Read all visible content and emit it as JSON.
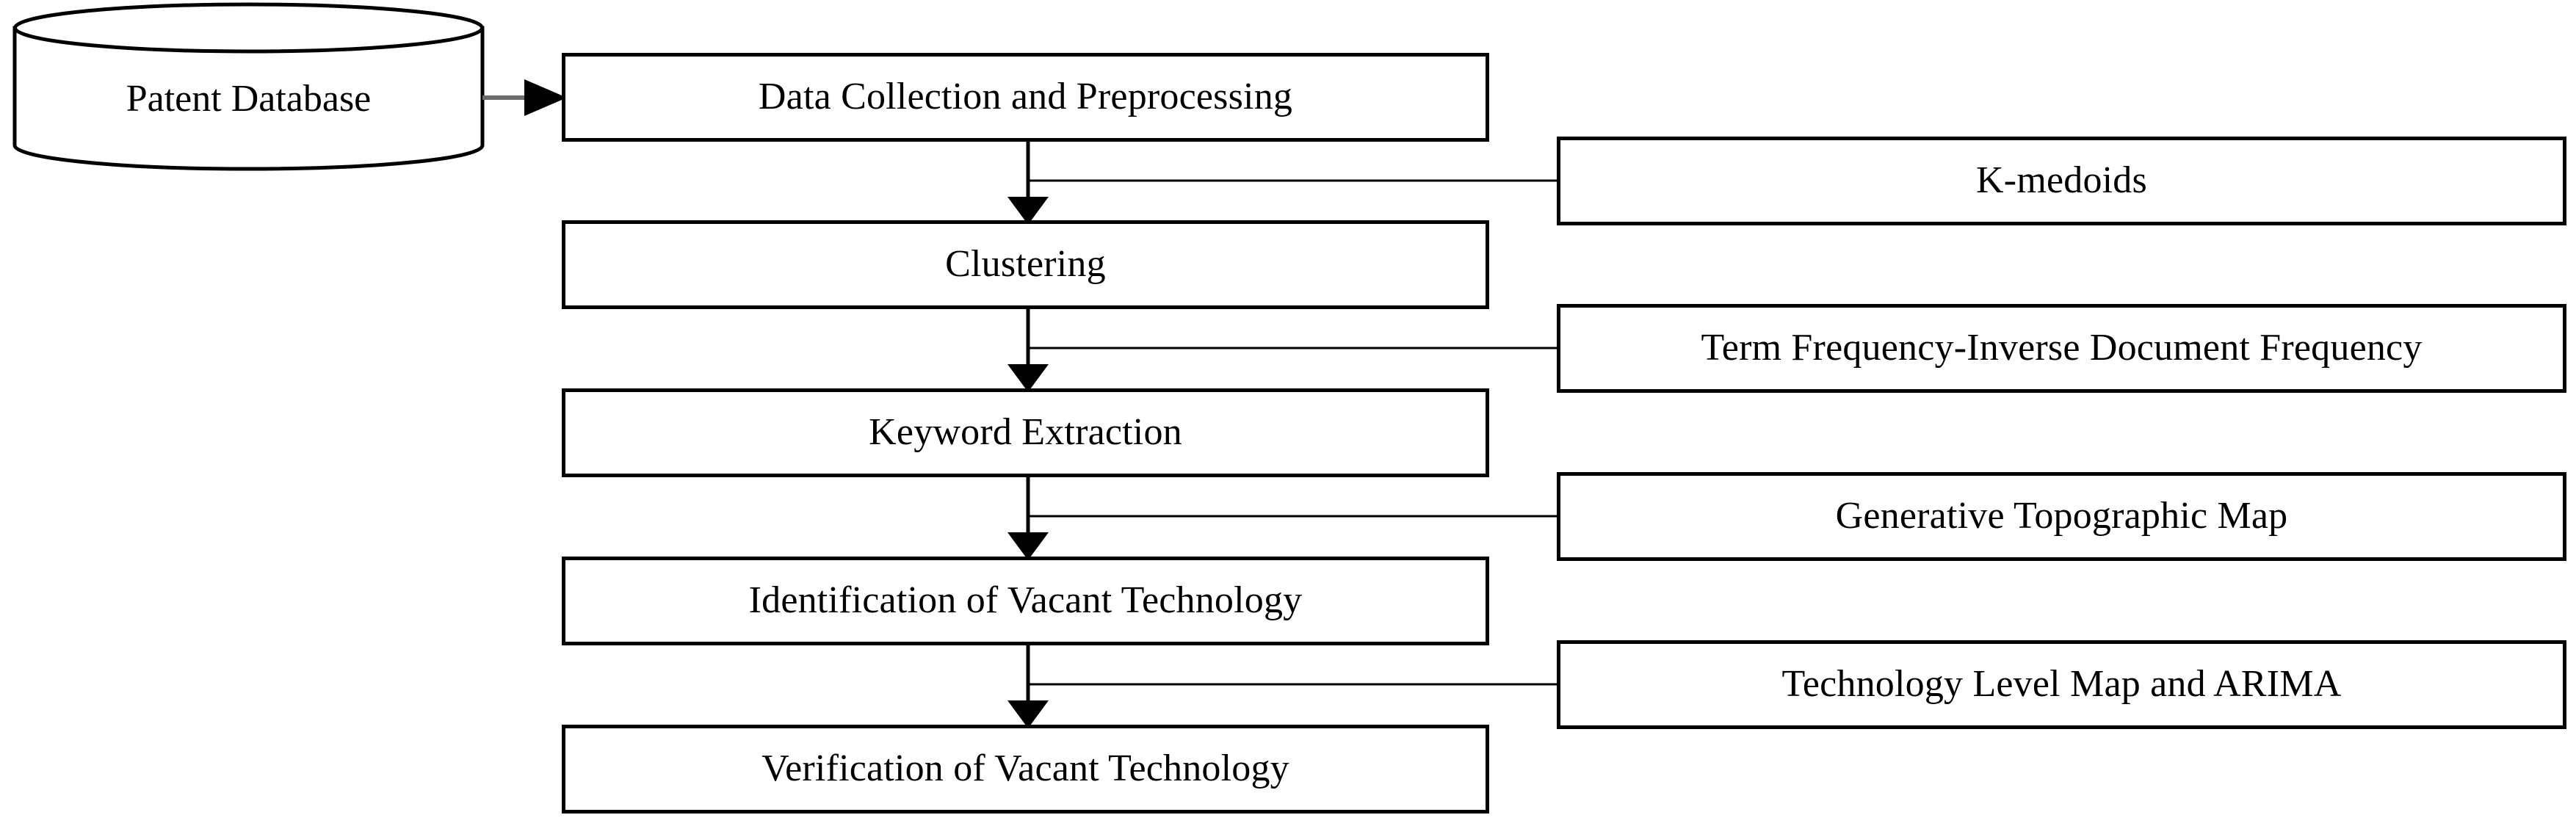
{
  "diagram": {
    "title": "Vacant Technology Identification Methodology Flowchart",
    "background_color": "#ffffff",
    "stroke_color": "#000000",
    "connector_color": "#595959",
    "source": {
      "shape": "cylinder-database",
      "label": "Patent Database"
    },
    "process_steps": [
      {
        "id": "step-1",
        "label": "Data Collection and Preprocessing"
      },
      {
        "id": "step-2",
        "label": "Clustering"
      },
      {
        "id": "step-3",
        "label": "Keyword Extraction"
      },
      {
        "id": "step-4",
        "label": "Identification of Vacant Technology"
      },
      {
        "id": "step-5",
        "label": "Verification of Vacant Technology"
      }
    ],
    "method_notes": [
      {
        "id": "note-1",
        "label": "K-medoids",
        "attaches_between": "step-1 → step-2"
      },
      {
        "id": "note-2",
        "label": "Term Frequency-Inverse Document Frequency",
        "attaches_between": "step-2 → step-3"
      },
      {
        "id": "note-3",
        "label": "Generative Topographic Map",
        "attaches_between": "step-3 → step-4"
      },
      {
        "id": "note-4",
        "label": "Technology Level Map and ARIMA",
        "attaches_between": "step-4 → step-5"
      }
    ],
    "arrows": [
      {
        "id": "arrow-db-to-step1",
        "from": "Patent Database",
        "to": "Data Collection and Preprocessing",
        "direction": "right"
      },
      {
        "id": "arrow-step1-to-step2",
        "from": "Data Collection and Preprocessing",
        "to": "Clustering",
        "direction": "down"
      },
      {
        "id": "arrow-step2-to-step3",
        "from": "Clustering",
        "to": "Keyword Extraction",
        "direction": "down"
      },
      {
        "id": "arrow-step3-to-step4",
        "from": "Keyword Extraction",
        "to": "Identification of Vacant Technology",
        "direction": "down"
      },
      {
        "id": "arrow-step4-to-step5",
        "from": "Identification of Vacant Technology",
        "to": "Verification of Vacant Technology",
        "direction": "down"
      }
    ]
  }
}
